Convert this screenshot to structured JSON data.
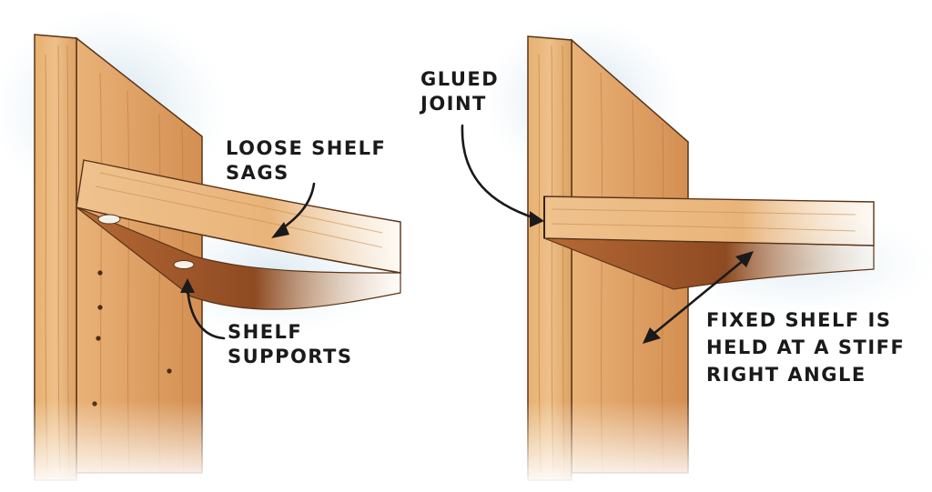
{
  "labels": {
    "loose_shelf": [
      "LOOSE SHELF",
      "SAGS"
    ],
    "shelf_supports": [
      "SHELF",
      "SUPPORTS"
    ],
    "glued_joint": [
      "GLUED",
      "JOINT"
    ],
    "fixed_shelf": [
      "FIXED SHELF IS",
      "HELD AT A STIFF",
      "RIGHT ANGLE"
    ]
  },
  "colors": {
    "wood_light": "#e8b57a",
    "wood_mid": "#d99a58",
    "wood_dark": "#a4592c",
    "shadow": "#8a4a26",
    "wall_blue": "#cfe3ee",
    "ink": "#1a1a1a"
  }
}
